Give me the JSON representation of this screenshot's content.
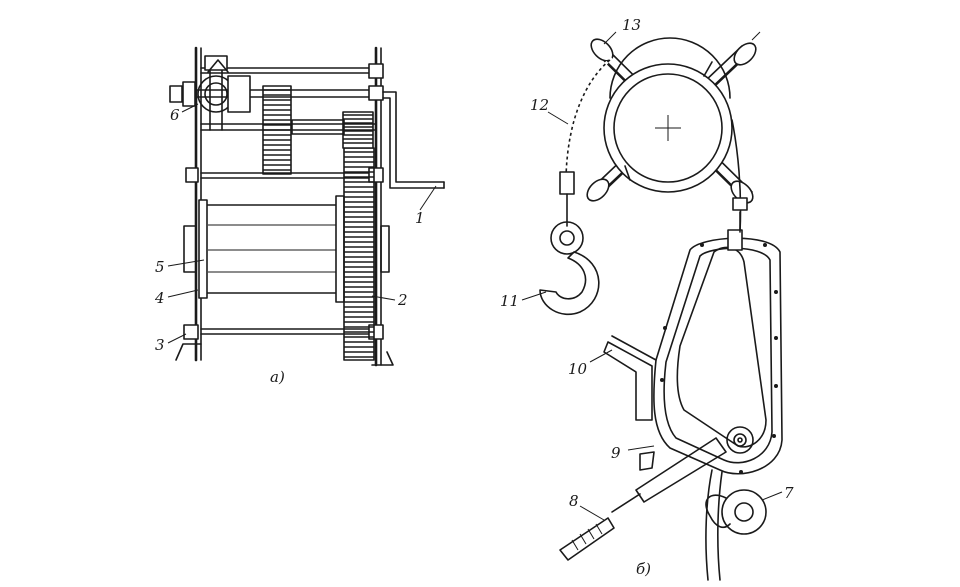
{
  "figure_a": {
    "caption": "а)",
    "labels": [
      {
        "id": "1",
        "text": "1"
      },
      {
        "id": "2",
        "text": "2"
      },
      {
        "id": "3",
        "text": "3"
      },
      {
        "id": "4",
        "text": "4"
      },
      {
        "id": "5",
        "text": "5"
      },
      {
        "id": "6",
        "text": "6"
      }
    ]
  },
  "figure_b": {
    "caption": "б)",
    "labels": [
      {
        "id": "7",
        "text": "7"
      },
      {
        "id": "8",
        "text": "8"
      },
      {
        "id": "9",
        "text": "9"
      },
      {
        "id": "10",
        "text": "10"
      },
      {
        "id": "11",
        "text": "11"
      },
      {
        "id": "12",
        "text": "12"
      },
      {
        "id": "13",
        "text": "13"
      }
    ]
  }
}
